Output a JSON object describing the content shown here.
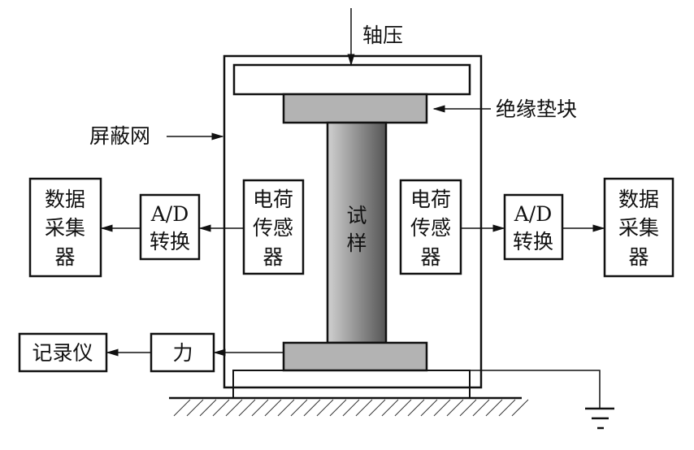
{
  "labels": {
    "axial_pressure": "轴压",
    "insulation_pad": "绝缘垫块",
    "shielding_net": "屏蔽网",
    "specimen": [
      "试",
      "样"
    ],
    "left_collector": [
      "数据",
      "采集",
      "器"
    ],
    "left_ad": [
      "A/D",
      "转换"
    ],
    "left_sensor": [
      "电荷",
      "传感",
      "器"
    ],
    "right_sensor": [
      "电荷",
      "传感",
      "器"
    ],
    "right_ad": [
      "A/D",
      "转换"
    ],
    "right_collector": [
      "数据",
      "采集",
      "器"
    ],
    "force": "力",
    "recorder": "记录仪"
  },
  "colors": {
    "pad_gray": "#b3b3b3",
    "specimen_light": "#d0d0d0",
    "specimen_dark": "#555555"
  }
}
